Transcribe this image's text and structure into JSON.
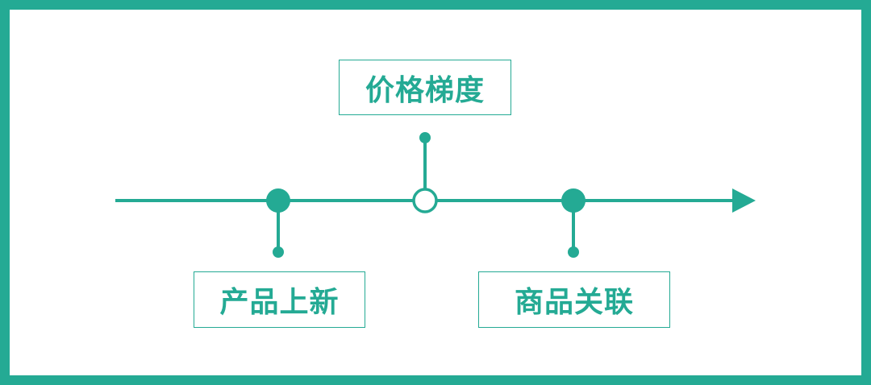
{
  "diagram": {
    "accent_color": "#24AA94",
    "background_color": "#FFFFFF",
    "nodes": [
      {
        "label": "产品上新",
        "marker": "filled"
      },
      {
        "label": "价格梯度",
        "marker": "hollow"
      },
      {
        "label": "商品关联",
        "marker": "filled"
      }
    ],
    "axis_arrow": "right-arrow-icon"
  }
}
